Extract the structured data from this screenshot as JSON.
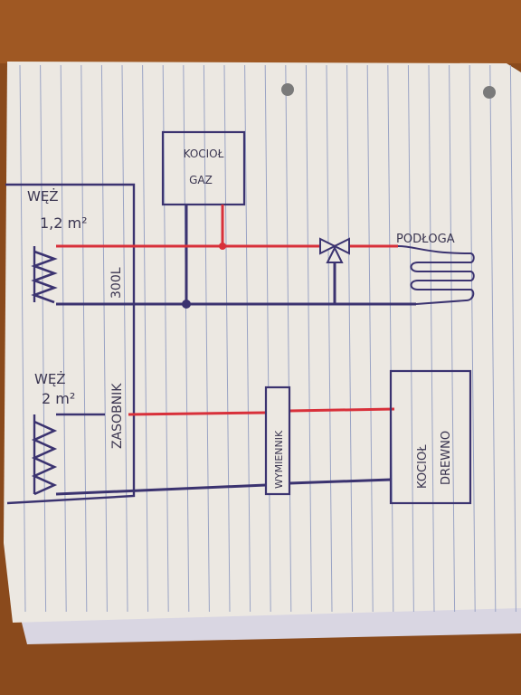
{
  "colors": {
    "table": "#8a4a1c",
    "table_light": "#b0652a",
    "paper": "#ece8e2",
    "ruling": "#9aa3c4",
    "pen_blue": "#3b3370",
    "pen_red": "#d8303a",
    "ink_text": "#3a3550"
  },
  "labels": {
    "gas_boiler_line1": "KOCIOŁ",
    "gas_boiler_line2": "GAZ",
    "coil_top_line1": "WĘŻ",
    "coil_top_line2": "1,2 m²",
    "coil_bottom_line1": "WĘŻ",
    "coil_bottom_line2": "2 m²",
    "volume": "300L",
    "tank": "ZASOBNIK",
    "floor_heating": "PODŁOGA",
    "heat_exchanger": "WYMIENNIK",
    "wood_boiler_line1": "KOCIOŁ",
    "wood_boiler_line2": "DREWNO"
  },
  "icons": {
    "three_way_valve": "three-way-valve-icon",
    "coil": "coil-icon",
    "floor_loop": "underfloor-loop-icon"
  }
}
